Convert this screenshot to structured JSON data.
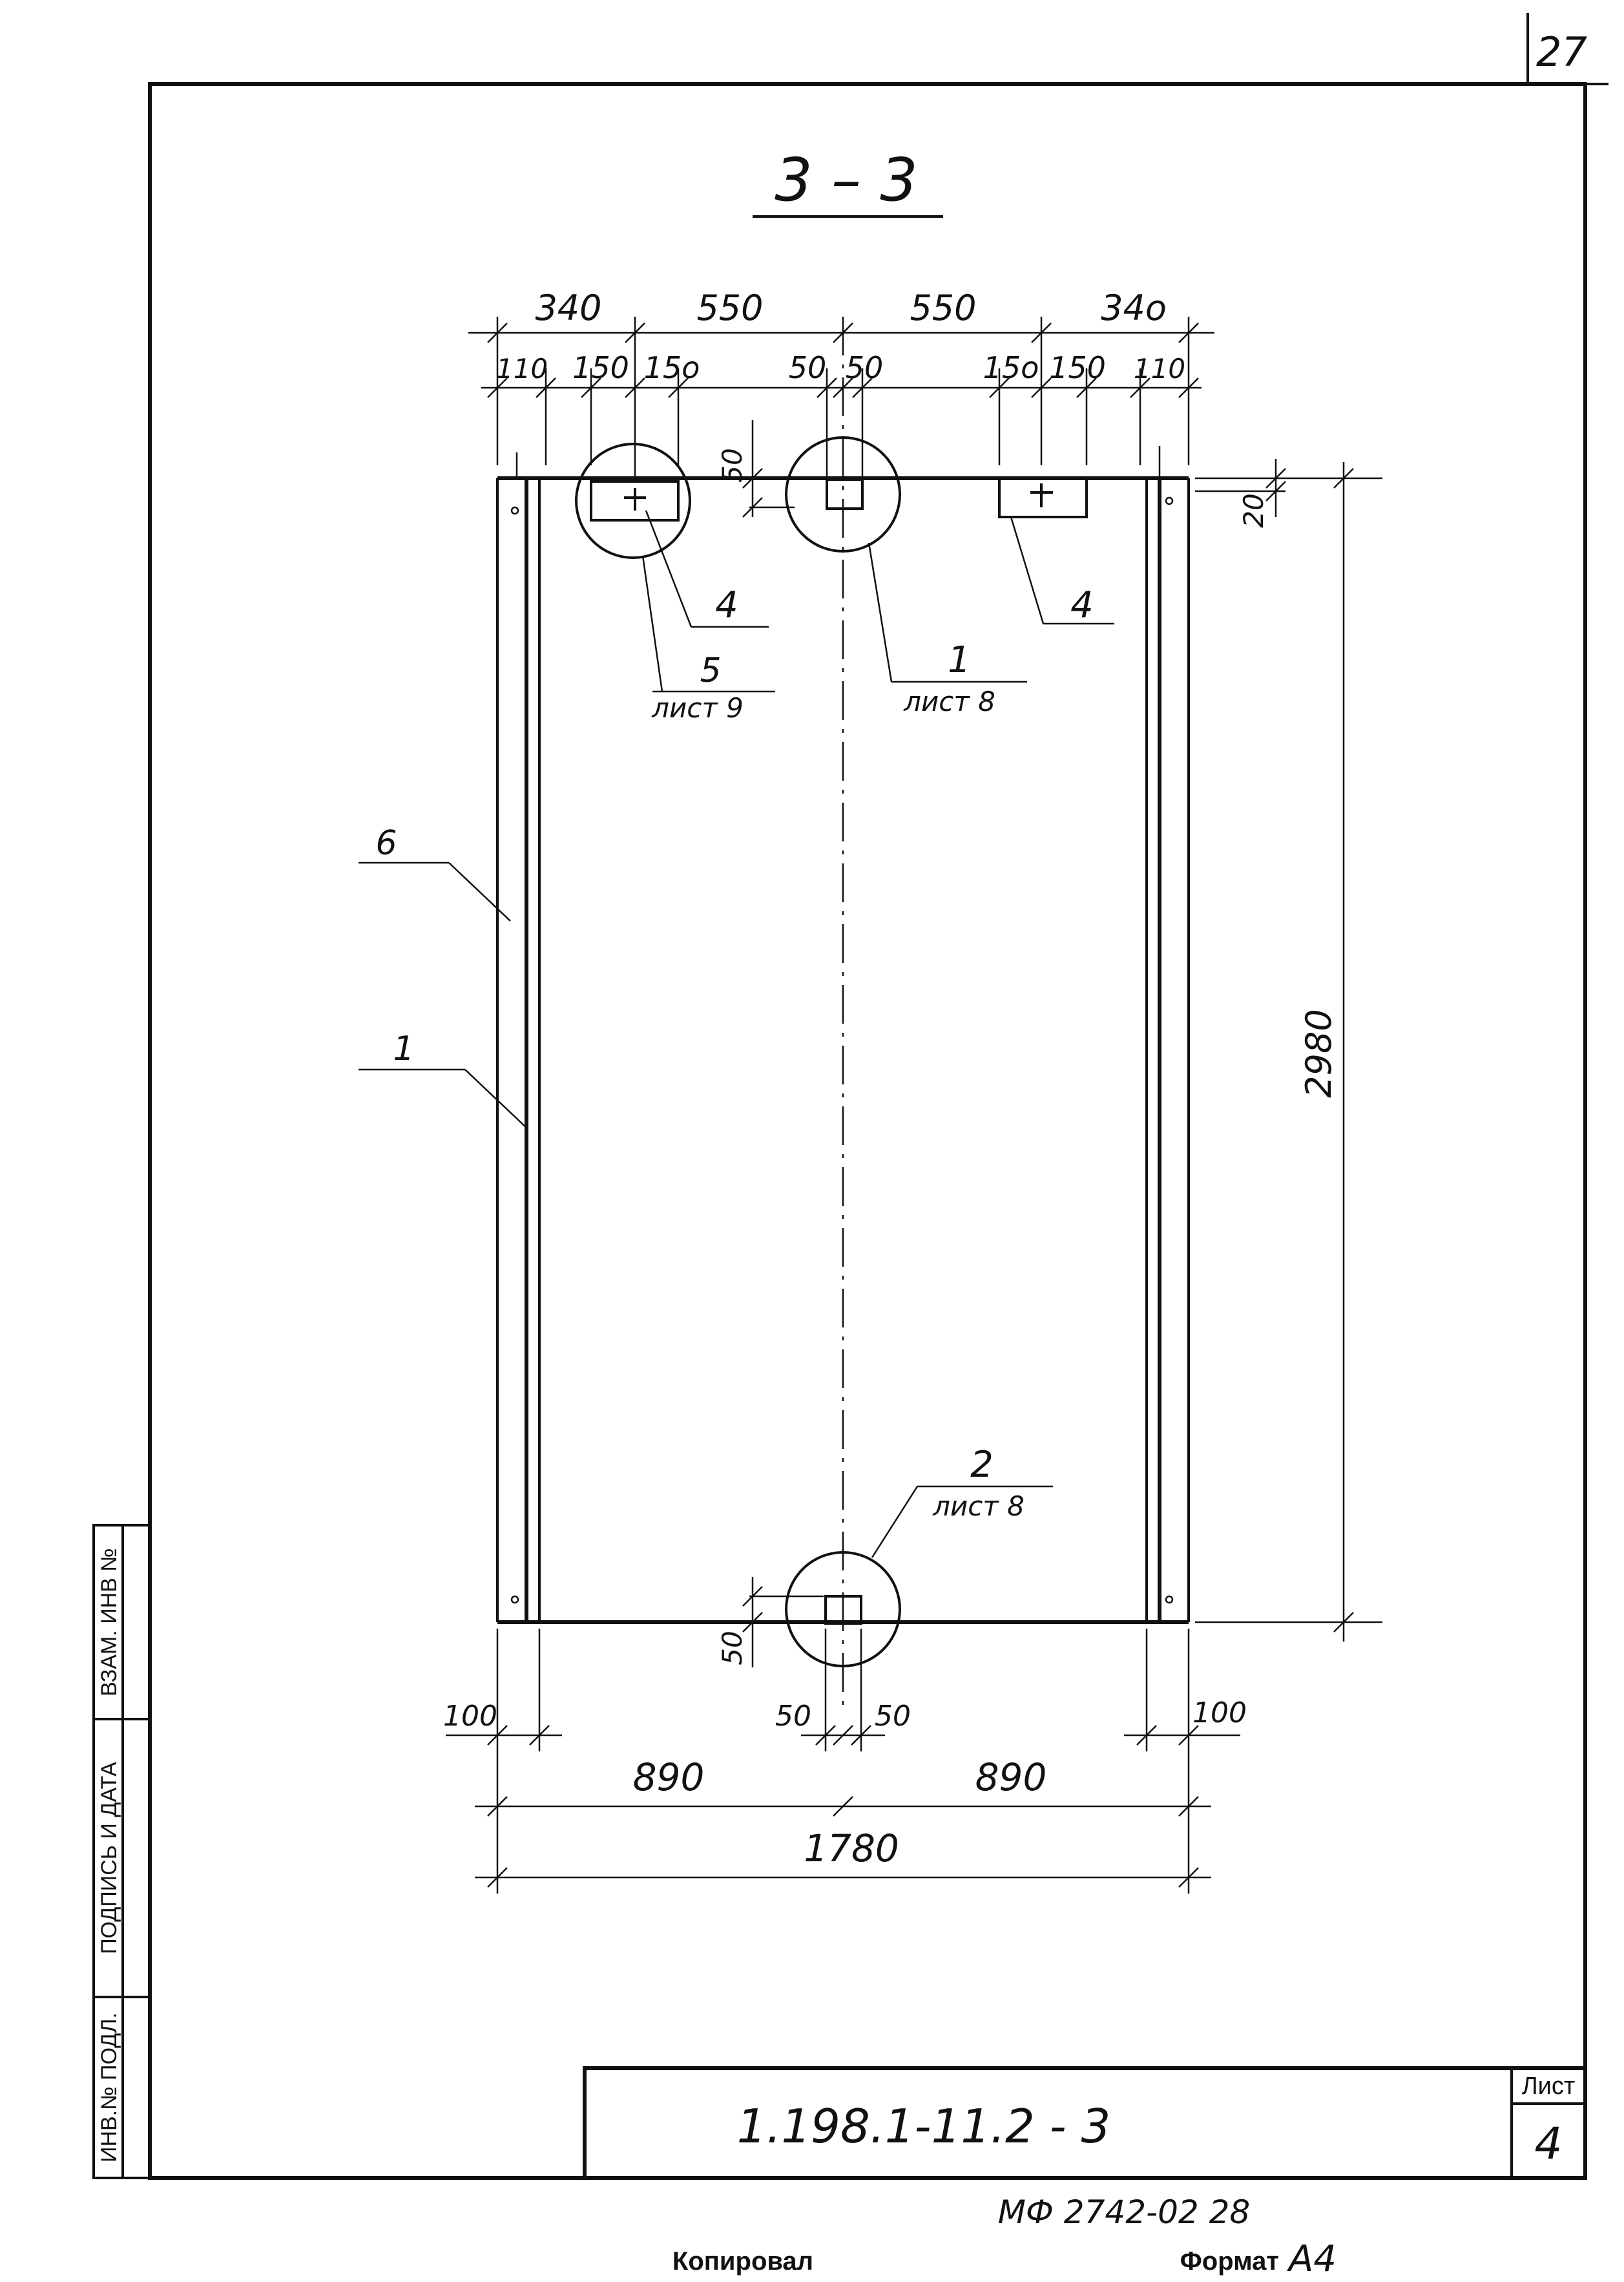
{
  "sheet_corner_number": "27",
  "section_title": "3 – 3",
  "dimensions": {
    "top_row": [
      "340",
      "550",
      "550",
      "34o"
    ],
    "second_row": [
      "110",
      "150",
      "15o",
      "50",
      "50",
      "15o",
      "150",
      "110"
    ],
    "height_total": "2980",
    "top_offset": "20",
    "notch_depth_top": "50",
    "notch_depth_bottom": "50",
    "bottom_row": [
      "100",
      "50",
      "50",
      "100"
    ],
    "half_widths": [
      "890",
      "890"
    ],
    "total_width": "1780"
  },
  "callouts": {
    "c4_left": "4",
    "c5": "5",
    "c5_sheet": "лист 9",
    "c1_top": "1",
    "c1_top_sheet": "лист 8",
    "c4_right": "4",
    "c6": "6",
    "c1_side": "1",
    "c2": "2",
    "c2_sheet": "лист 8"
  },
  "side_stamp": {
    "inv_replace": "ВЗАМ. ИНВ №",
    "sign_date": "ПОДПИСЬ И ДАТА",
    "inv_orig": "ИНВ.№ ПОДЛ."
  },
  "title_block": {
    "document_code": "1.198.1-11.2 - 3",
    "sheet_label": "Лист",
    "sheet_number": "4"
  },
  "footer": {
    "archive_code": "МФ 2742-02 28",
    "copied_label": "Копировал",
    "format_label": "Формат",
    "format_value": "А4"
  }
}
